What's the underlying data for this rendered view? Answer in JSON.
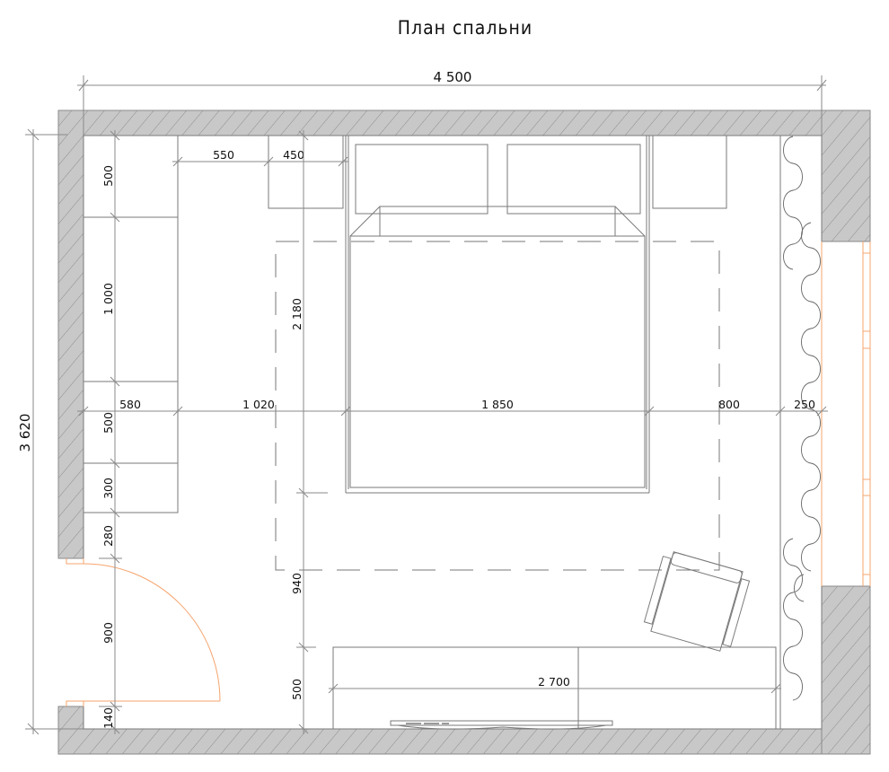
{
  "title": "План спальни",
  "dimensions": {
    "overall_width": "4 500",
    "overall_height": "3 620",
    "wardrobe_depth_top": "550",
    "nightstand_width": "450",
    "left_column": [
      "500",
      "1 000",
      "500",
      "300",
      "280",
      "900",
      "140"
    ],
    "bed_length": "2 180",
    "bed_to_desk": "940",
    "desk_depth": "500",
    "horizontal_row": [
      "580",
      "1 020",
      "1 850",
      "800",
      "250"
    ],
    "desk_length": "2 700"
  },
  "elements": {
    "walls": "hatched-concrete",
    "door": "swing-door-900",
    "bed": "double-bed-1850",
    "pillows": 2,
    "nightstands": 2,
    "wardrobe_sections": 4,
    "rug": "dashed-outline",
    "armchair": 1,
    "desk": "desk-2700",
    "tv": "wall-tv",
    "curtains": "wavy-curtains",
    "window": "window-right-wall"
  },
  "colors": {
    "wall_fill": "#c8c8c8",
    "line": "#7a7a7a",
    "opening": "#f5a46e",
    "text": "#111111"
  }
}
